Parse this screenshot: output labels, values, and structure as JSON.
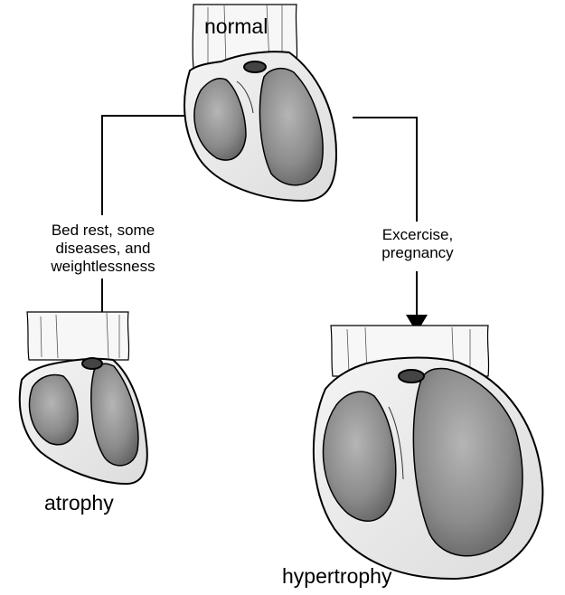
{
  "labels": {
    "normal": "normal",
    "atrophy": "atrophy",
    "hypertrophy": "hypertrophy"
  },
  "conditions": {
    "left": {
      "line1": "Bed rest, some",
      "line2": "diseases, and",
      "line3": "weightlessness"
    },
    "right": {
      "line1": "Excercise,",
      "line2": "pregnancy"
    }
  },
  "colors": {
    "ink": "#000000",
    "muscle_wall": "#eeeeee",
    "chamber": "#8a8a8a",
    "vessel": "#f7f7f7"
  }
}
